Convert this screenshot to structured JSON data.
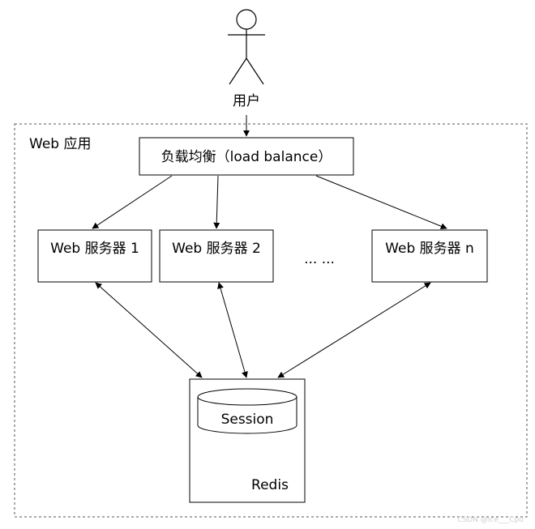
{
  "actor": {
    "label": "用户"
  },
  "container": {
    "label": "Web 应用"
  },
  "load_balancer": {
    "label": "负载均衡（load balance）"
  },
  "servers": [
    {
      "label": "Web 服务器 1"
    },
    {
      "label": "Web 服务器 2"
    },
    {
      "label": "Web 服务器 n"
    }
  ],
  "ellipsis": {
    "label": "... ..."
  },
  "redis": {
    "label": "Redis",
    "session_label": "Session"
  },
  "watermark": {
    "label": "CSDN @ice___Cpu"
  }
}
